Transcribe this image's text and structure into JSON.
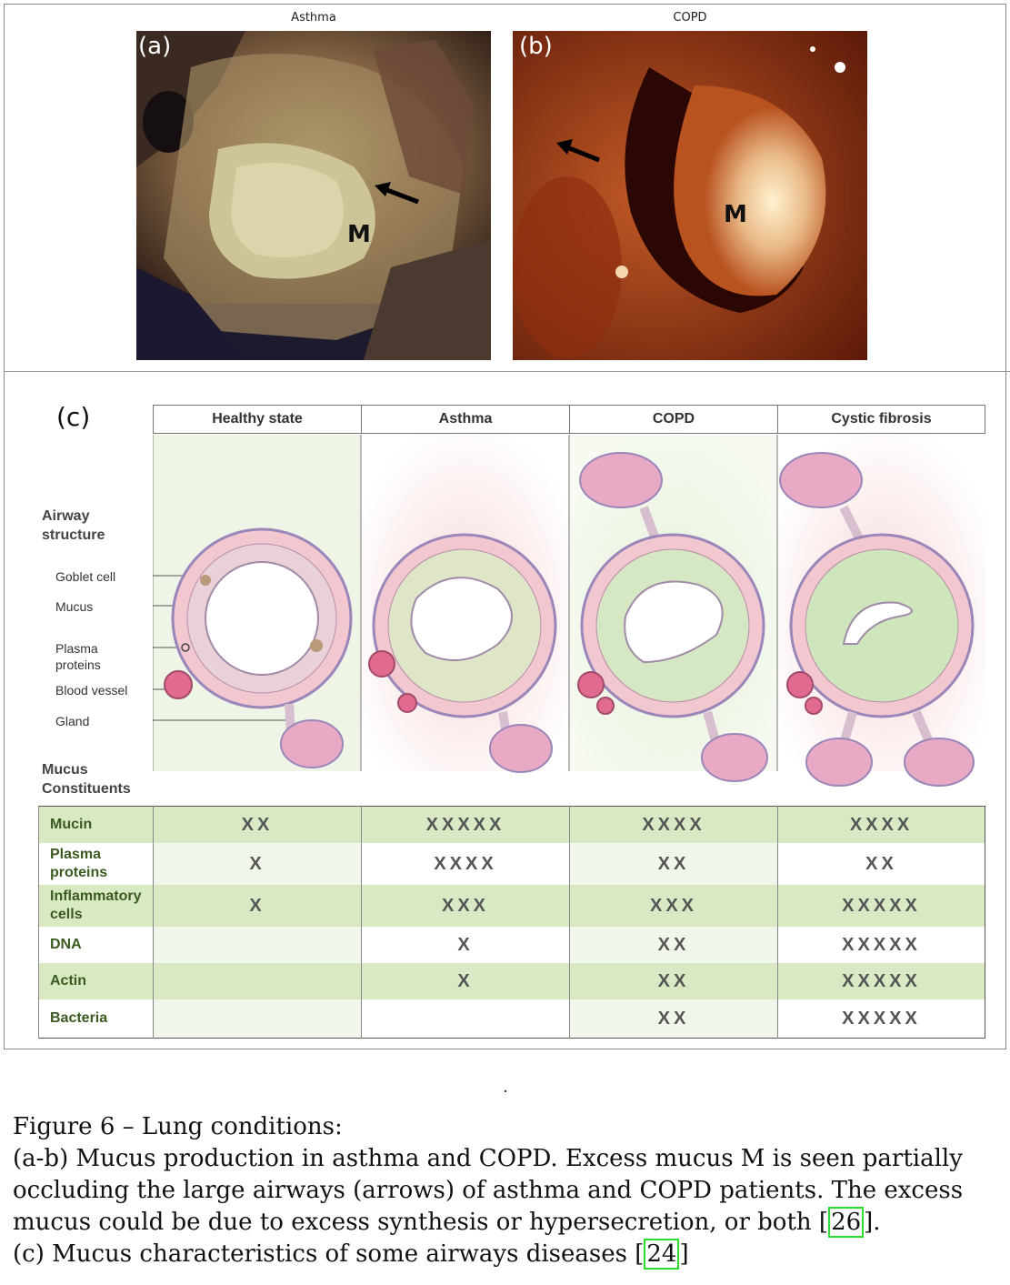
{
  "panels": {
    "a": {
      "letter": "(a)",
      "title": "Asthma",
      "mark": "M"
    },
    "b": {
      "letter": "(b)",
      "title": "COPD",
      "mark": "M"
    },
    "c": {
      "letter": "(c)"
    }
  },
  "diagram": {
    "columns": [
      "Healthy state",
      "Asthma",
      "COPD",
      "Cystic fibrosis"
    ],
    "airway_heading": "Airway structure",
    "airway_heading_lines": [
      "Airway",
      "structure"
    ],
    "structure_labels": [
      "Goblet cell",
      "Mucus",
      "Plasma proteins",
      "Blood vessel",
      "Gland"
    ],
    "plasma_lines": [
      "Plasma",
      "proteins"
    ],
    "constituents_heading_lines": [
      "Mucus",
      "Constituents"
    ]
  },
  "table": {
    "rows": [
      {
        "label_lines": [
          "Mucin"
        ],
        "values": [
          "XX",
          "XXXXX",
          "XXXX",
          "XXXX"
        ]
      },
      {
        "label_lines": [
          "Plasma",
          "proteins"
        ],
        "values": [
          "X",
          "XXXX",
          "XX",
          "XX"
        ]
      },
      {
        "label_lines": [
          "Inflammatory",
          "cells"
        ],
        "values": [
          "X",
          "XXX",
          "XXX",
          "XXXXX"
        ]
      },
      {
        "label_lines": [
          "DNA"
        ],
        "values": [
          "",
          "X",
          "XX",
          "XXXXX"
        ]
      },
      {
        "label_lines": [
          "Actin"
        ],
        "values": [
          "",
          "X",
          "XX",
          "XXXXX"
        ]
      },
      {
        "label_lines": [
          "Bacteria"
        ],
        "values": [
          "",
          "",
          "XX",
          "XXXXX"
        ]
      }
    ]
  },
  "separator_dot": ".",
  "caption": {
    "line1": "Figure 6 – Lung conditions:",
    "ab_text": "(a-b) Mucus production in asthma and COPD. Excess mucus M is seen partially occluding the large airways (arrows) of asthma and COPD patients. The excess mucus could be due to excess synthesis or hypersecretion, or both [",
    "ab_ref": "26",
    "ab_end": "].",
    "c_text": "(c) Mucus characteristics of some airways diseases [",
    "c_ref": "24",
    "c_end": "]"
  }
}
